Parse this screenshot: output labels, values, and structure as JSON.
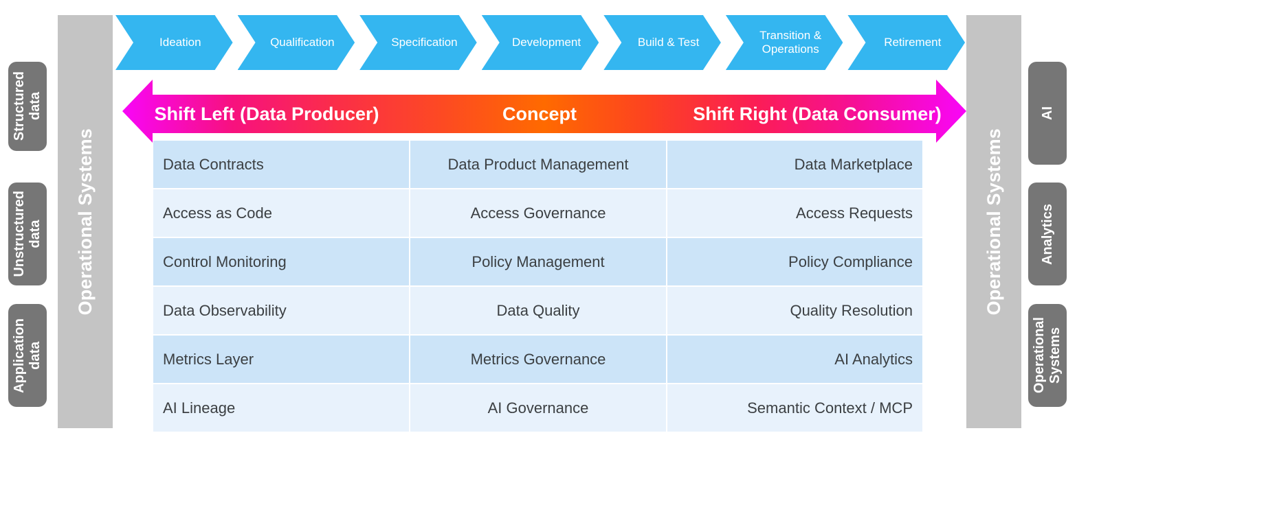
{
  "left_pills": [
    {
      "label": "Structured\ndata",
      "name": "structured-data"
    },
    {
      "label": "Unstructured\ndata",
      "name": "unstructured-data"
    },
    {
      "label": "Application\ndata",
      "name": "application-data"
    }
  ],
  "right_pills": [
    {
      "label": "AI",
      "name": "ai"
    },
    {
      "label": "Analytics",
      "name": "analytics"
    },
    {
      "label": "Operational\nSystems",
      "name": "operational-systems"
    }
  ],
  "columns": {
    "left_label": "Operational Systems",
    "right_label": "Operational Systems"
  },
  "lifecycle": {
    "stages": [
      "Ideation",
      "Qualification",
      "Specification",
      "Development",
      "Build & Test",
      "Transition &\nOperations",
      "Retirement"
    ]
  },
  "shift_arrow": {
    "left_label": "Shift Left (Data Producer)",
    "center_label": "Concept",
    "right_label": "Shift Right (Data Consumer)"
  },
  "table": {
    "rows": [
      {
        "left": "Data Contracts",
        "middle": "Data Product Management",
        "right": "Data Marketplace"
      },
      {
        "left": "Access as Code",
        "middle": "Access Governance",
        "right": "Access Requests"
      },
      {
        "left": "Control Monitoring",
        "middle": "Policy Management",
        "right": "Policy Compliance"
      },
      {
        "left": "Data Observability",
        "middle": "Data Quality",
        "right": "Quality Resolution"
      },
      {
        "left": "Metrics Layer",
        "middle": "Metrics Governance",
        "right": "AI Analytics"
      },
      {
        "left": "AI Lineage",
        "middle": "AI Governance",
        "right": "Semantic Context / MCP"
      }
    ]
  },
  "colors": {
    "chevron_blue": "#34b6f0",
    "pill_gray": "#767676",
    "column_gray": "#c4c4c4",
    "arrow_magenta": "#f806f8",
    "arrow_orange": "#ff6a00",
    "band_a": "#cce4f8",
    "band_b": "#e8f2fc"
  }
}
